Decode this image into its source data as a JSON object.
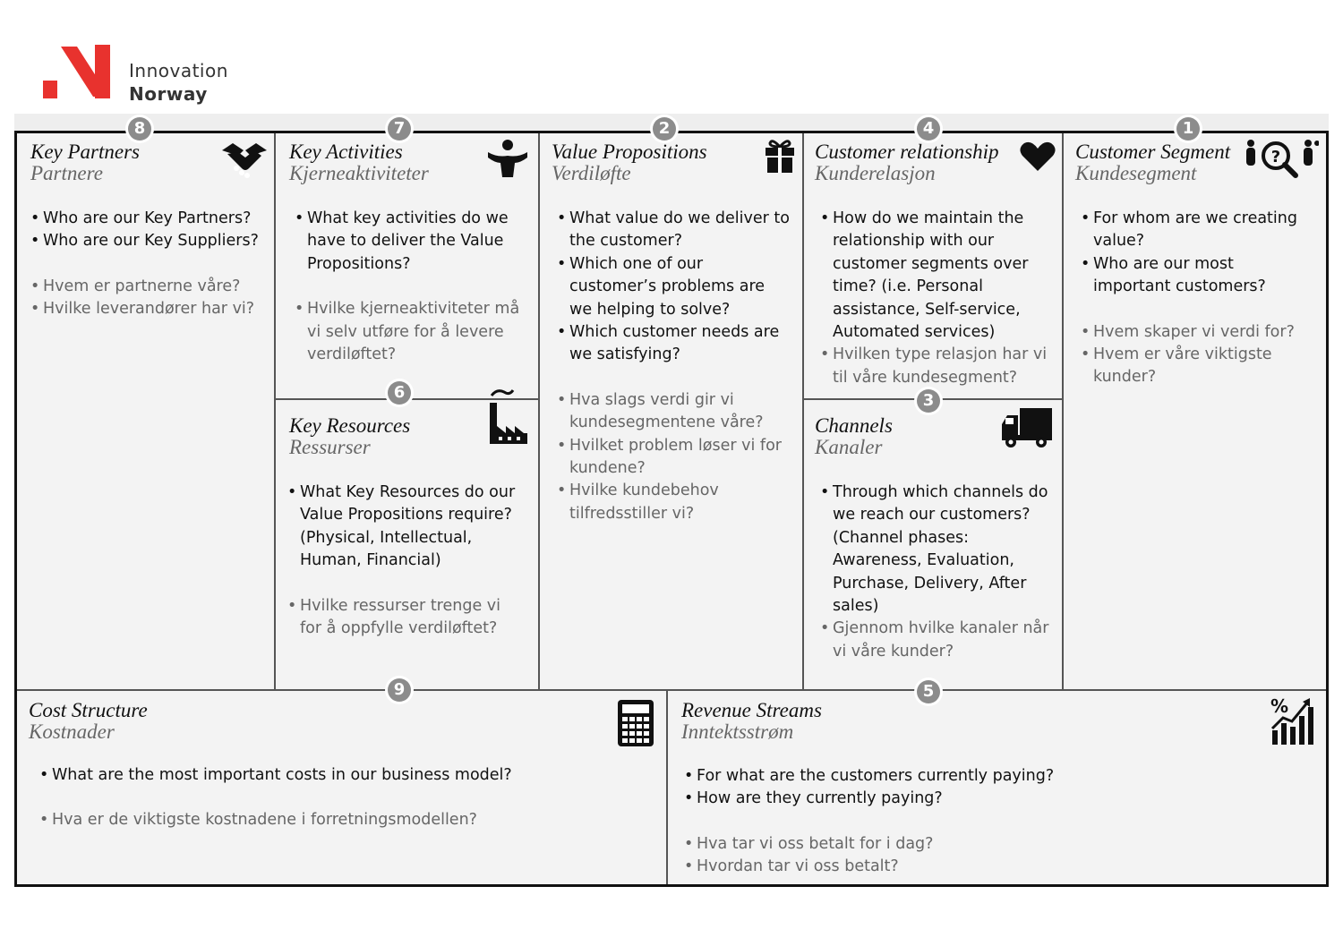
{
  "brand": {
    "line1": "Innovation",
    "line2": "Norway",
    "red": "#e8322e"
  },
  "canvas": {
    "key_partners": {
      "badge": "8",
      "title": "Key Partners",
      "subtitle": "Partnere",
      "icon": "handshake-icon",
      "en": [
        "Who are our Key Partners?",
        "Who are our Key Suppliers?"
      ],
      "no": [
        "Hvem er partnerne våre?",
        "Hvilke leverandører har vi?"
      ]
    },
    "key_activities": {
      "badge": "7",
      "title": "Key Activities",
      "subtitle": "Kjerneaktiviteter",
      "icon": "person-icon",
      "en": [
        "What key activities do we have to deliver the Value Propositions?"
      ],
      "no": [
        "Hvilke kjerneaktiviteter må vi selv utføre for å levere verdiløftet?"
      ]
    },
    "key_resources": {
      "badge": "6",
      "title": "Key Resources",
      "subtitle": "Ressurser",
      "icon": "factory-icon",
      "en": [
        "What Key Resources do our Value Propositions require? (Physical, Intellectual, Human, Financial)"
      ],
      "no": [
        "Hvilke ressurser trenge vi for å oppfylle verdiløftet?"
      ]
    },
    "value_propositions": {
      "badge": "2",
      "title": "Value Propositions",
      "subtitle": "Verdiløfte",
      "icon": "gift-icon",
      "en": [
        "What value do we deliver to the customer?",
        "Which one of our customer’s problems are we helping to solve?",
        "Which customer needs are we satisfying?"
      ],
      "no": [
        "Hva slags verdi gir vi kundesegmentene våre?",
        "Hvilket problem løser vi for kundene?",
        "Hvilke kundebehov tilfredsstiller vi?"
      ]
    },
    "customer_relationship": {
      "badge": "4",
      "title": "Customer relationship",
      "subtitle": "Kunderelasjon",
      "icon": "heart-icon",
      "en": [
        "How do we maintain the relationship with our customer segments over time? (i.e. Personal assistance, Self-service, Automated services)"
      ],
      "no": [
        "Hvilken type relasjon har vi til våre kundesegment?"
      ]
    },
    "channels": {
      "badge": "3",
      "title": "Channels",
      "subtitle": "Kanaler",
      "icon": "truck-icon",
      "en": [
        "Through which channels do we reach our customers? (Channel phases: Awareness, Evaluation, Purchase, Delivery, After sales)"
      ],
      "no": [
        "Gjennom hvilke kanaler når vi våre kunder?"
      ]
    },
    "customer_segment": {
      "badge": "1",
      "title": "Customer Segment",
      "subtitle": "Kundesegment",
      "icon": "people-search-icon",
      "en": [
        "For whom are we creating value?",
        "Who are our most important customers?"
      ],
      "no": [
        "Hvem skaper vi verdi for?",
        "Hvem er våre viktigste kunder?"
      ]
    },
    "cost_structure": {
      "badge": "9",
      "title": "Cost Structure",
      "subtitle": "Kostnader",
      "icon": "calculator-icon",
      "en": [
        "What are the most important costs in our business model?"
      ],
      "no": [
        "Hva er de viktigste kostnadene i forretningsmodellen?"
      ]
    },
    "revenue_streams": {
      "badge": "5",
      "title": "Revenue Streams",
      "subtitle": "Inntektsstrøm",
      "icon": "growth-chart-icon",
      "en": [
        "For what are the customers currently paying?",
        "How are they currently paying?"
      ],
      "no": [
        "Hva tar vi oss betalt for i dag?",
        "Hvordan tar vi oss betalt?"
      ]
    }
  }
}
